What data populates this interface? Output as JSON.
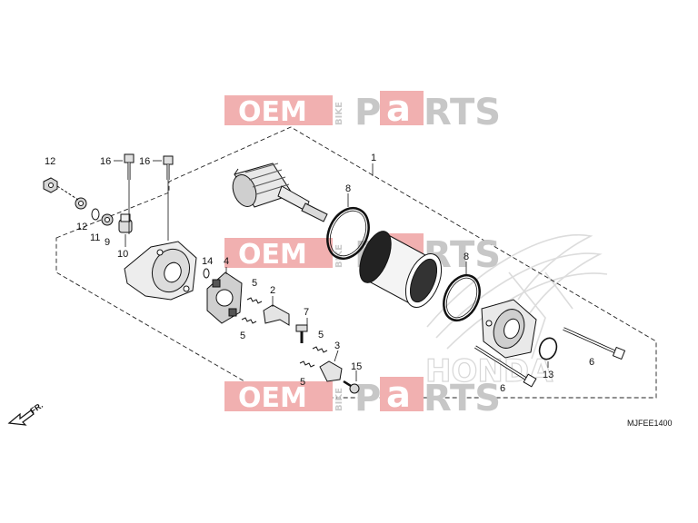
{
  "diagram_code": "MJFEE1400",
  "direction_label": "FR.",
  "watermark": {
    "oem": "OEM",
    "bike": "BIKE",
    "parts_prefix": "P",
    "parts_a": "a",
    "parts_suffix": "RTS"
  },
  "background_brand": "HONDA",
  "callouts": [
    "1",
    "2",
    "3",
    "4",
    "5",
    "5",
    "5",
    "5",
    "6",
    "6",
    "7",
    "8",
    "8",
    "9",
    "10",
    "11",
    "12",
    "12",
    "13",
    "14",
    "15",
    "16",
    "16"
  ]
}
